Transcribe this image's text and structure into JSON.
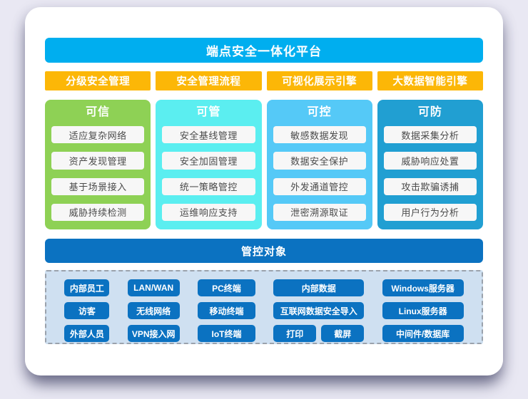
{
  "platform": {
    "title": "端点安全一体化平台"
  },
  "engines": [
    "分级安全管理",
    "安全管理流程",
    "可视化展示引擎",
    "大数据智能引擎"
  ],
  "pillars": [
    {
      "header": "可信",
      "color": "#8ed155",
      "items": [
        "适应复杂网络",
        "资产发现管理",
        "基于场景接入",
        "威胁持续检测"
      ]
    },
    {
      "header": "可管",
      "color": "#5beef0",
      "items": [
        "安全基线管理",
        "安全加固管理",
        "统一策略管控",
        "运维响应支持"
      ]
    },
    {
      "header": "可控",
      "color": "#55c9f7",
      "items": [
        "敏感数据发现",
        "数据安全保护",
        "外发通道管控",
        "泄密溯源取证"
      ]
    },
    {
      "header": "可防",
      "color": "#219fd2",
      "items": [
        "数据采集分析",
        "威胁响应处置",
        "攻击欺骗诱捕",
        "用户行为分析"
      ]
    }
  ],
  "objects_bar": {
    "label": "管控对象"
  },
  "objects": {
    "persons": [
      "内部员工",
      "访客",
      "外部人员"
    ],
    "networks": [
      "LAN/WAN",
      "无线网络",
      "VPN接入网"
    ],
    "terminals": [
      "PC终端",
      "移动终端",
      "IoT终端"
    ],
    "data": {
      "rows": [
        "内部数据",
        "互联网数据安全导入"
      ],
      "split": [
        "打印",
        "截屏"
      ]
    },
    "servers": [
      "Windows服务器",
      "Linux服务器",
      "中间件/数据库"
    ]
  },
  "colors": {
    "page_background": "#e9e8f3",
    "card_background": "#ffffff",
    "title_bar": "#00aeef",
    "engine_bar": "#fcb707",
    "pillar_trusted": "#8ed155",
    "pillar_manageable": "#5beef0",
    "pillar_controllable": "#55c9f7",
    "pillar_defensible": "#219fd2",
    "deep_blue": "#0b72c1",
    "panel_background": "#cfe0f1",
    "capability_chip": "#f7f7f7",
    "capability_text": "#4b4b4b"
  }
}
